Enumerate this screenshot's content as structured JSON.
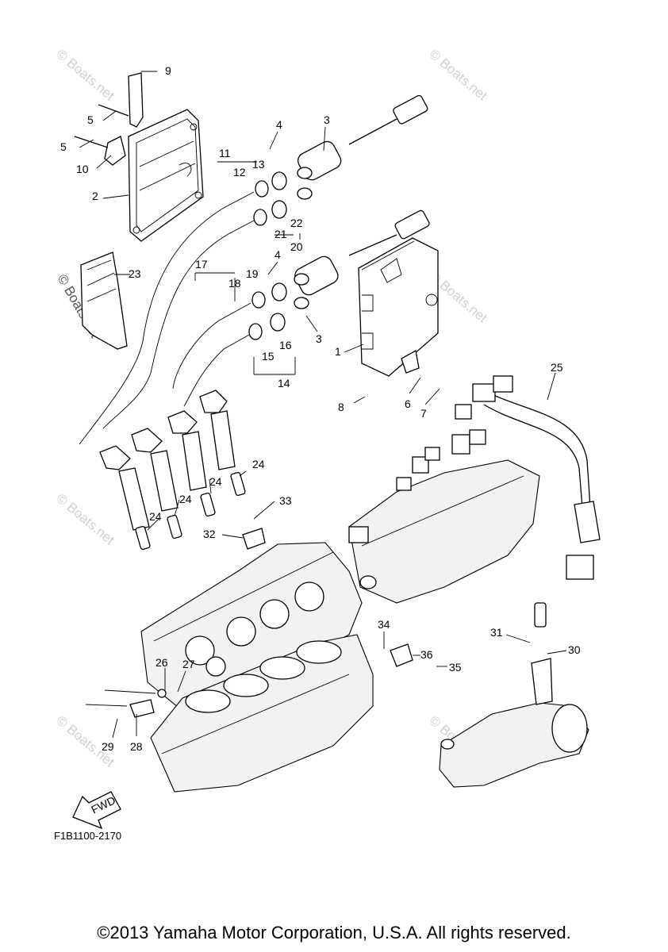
{
  "diagram": {
    "code": "F1B1100-2170",
    "copyright": "©2013 Yamaha Motor Corporation, U.S.A. All rights reserved.",
    "watermark": "© Boats.net",
    "fwd_label": "FWD",
    "callouts": [
      "1",
      "2",
      "3",
      "4",
      "5",
      "6",
      "7",
      "8",
      "9",
      "10",
      "11",
      "12",
      "13",
      "14",
      "15",
      "16",
      "17",
      "18",
      "19",
      "20",
      "21",
      "22",
      "23",
      "24",
      "25",
      "26",
      "27",
      "28",
      "29",
      "30",
      "31",
      "32",
      "33",
      "34",
      "35",
      "36"
    ]
  }
}
